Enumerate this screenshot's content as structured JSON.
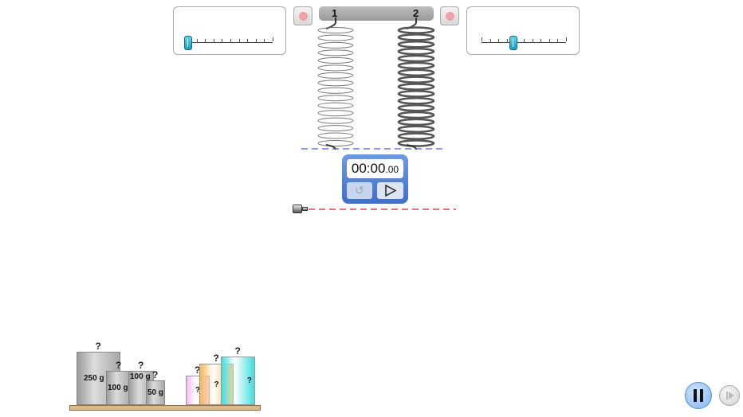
{
  "springs": {
    "spring1_label": "1",
    "spring2_label": "2"
  },
  "sliders": {
    "spring1_constant_fraction": 0.0,
    "spring2_constant_fraction": 0.38
  },
  "stopwatch": {
    "time_main": "00:00",
    "time_fraction": ".00",
    "reset_icon": "reset-icon",
    "play_icon": "play-icon"
  },
  "masses": [
    {
      "label": "250 g",
      "hook": "?"
    },
    {
      "label": "100 g",
      "hook": "?"
    },
    {
      "label": "100 g",
      "hook": "?"
    },
    {
      "label": "50 g",
      "hook": "?"
    },
    {
      "label": "?",
      "hook": "?",
      "color": "#f5b8f5"
    },
    {
      "label": "?",
      "hook": "?",
      "color": "#3fdede"
    },
    {
      "label": "?",
      "hook": "?",
      "color": "#f7b654"
    }
  ],
  "controls": {
    "pause_icon": "pause-icon",
    "step_icon": "step-forward-icon"
  },
  "colors": {
    "equilibrium_line": "#4a5ae0",
    "reference_line": "#e8404a",
    "stopwatch": "#4a7fd8"
  }
}
